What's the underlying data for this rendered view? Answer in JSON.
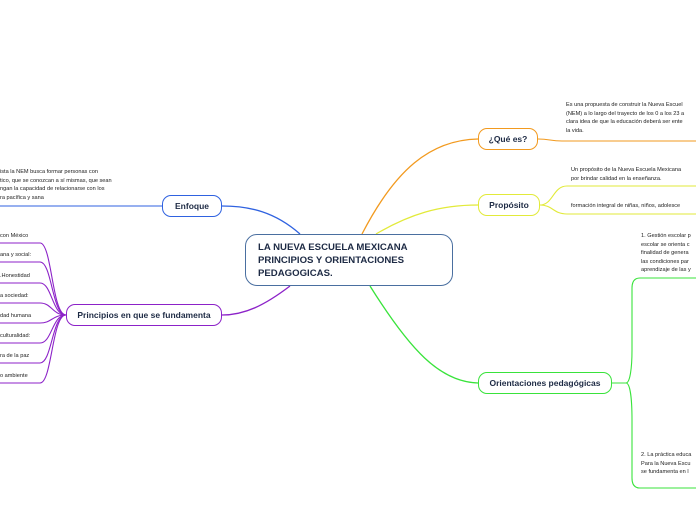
{
  "central_topic": {
    "line1": "LA NUEVA ESCUELA MEXICANA",
    "line2": "PRINCIPIOS Y ORIENTACIONES",
    "line3": "PEDAGOGICAS."
  },
  "branches": {
    "que_es": {
      "label": "¿Qué es?",
      "color": "#f29a1f",
      "text_lines": [
        "Es una propuesta de construir la Nueva Escuel",
        "(NEM) a lo largo del trayecto de los 0 a los 23 a",
        "clara idea de que la educación deberá ser ente",
        "la vida."
      ]
    },
    "proposito": {
      "label": "Propósito",
      "color": "#e2ea3a",
      "text1_lines": [
        "Un propósito de la Nueva Escuela Mexicana",
        "por brindar calidad en la enseñanza."
      ],
      "text2": "formación integral de niñas, niños, adolesce"
    },
    "orientaciones": {
      "label": "Orientaciones pedagógicas",
      "color": "#39e33b",
      "text1_lines": [
        "1. Gestión escolar p",
        "escolar se orienta c",
        "finalidad de genera",
        "las condiciones par",
        "aprendizaje de las y"
      ],
      "text2_lines": [
        "2. La práctica educa",
        "Para la Nueva Escu",
        "se fundamenta en l"
      ]
    },
    "enfoque": {
      "label": "Enfoque",
      "color": "#2f62e0",
      "text_lines": [
        "ista la NEM busca formar personas con",
        "tico, que se conozcan a sí mismas, que sean",
        "ngan la capacidad de relacionarse con los",
        "ra pacífica y sana"
      ]
    },
    "principios": {
      "label": "Principios en que se fundamenta",
      "color": "#8c22c8",
      "items": [
        "con México",
        "ana y social:",
        ".Honestidad",
        "a sociedad:",
        "dad humana",
        "culturalidad:",
        "ra de la paz",
        "o ambiente"
      ]
    }
  }
}
